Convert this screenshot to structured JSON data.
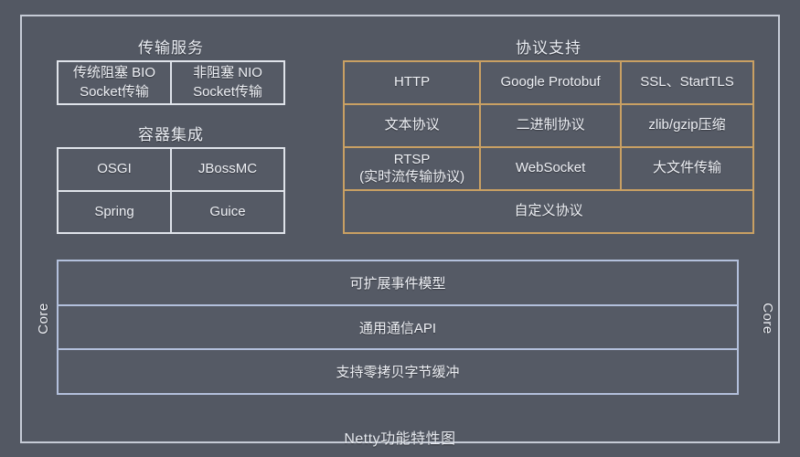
{
  "caption": "Netty功能特性图",
  "colors": {
    "background": "#535863",
    "frame_border": "#c6cbd6",
    "white_border": "#dfe3ea",
    "protocol_border": "#c9a063",
    "core_border": "#b3c0dc",
    "text": "#eef0f5"
  },
  "transport": {
    "heading": "传输服务",
    "cells": [
      "传统阻塞 BIO\nSocket传输",
      "非阻塞 NIO\nSocket传输"
    ]
  },
  "container": {
    "heading": "容器集成",
    "rows": [
      [
        "OSGI",
        "JBossMC"
      ],
      [
        "Spring",
        "Guice"
      ]
    ]
  },
  "protocol": {
    "heading": "协议支持",
    "rows": [
      [
        "HTTP",
        "Google Protobuf",
        "SSL、StartTLS"
      ],
      [
        "文本协议",
        "二进制协议",
        "zlib/gzip压缩"
      ],
      [
        "RTSP\n(实时流传输协议)",
        "WebSocket",
        "大文件传输"
      ]
    ],
    "full_row": "自定义协议"
  },
  "core": {
    "side_label_left": "Core",
    "side_label_right": "Core",
    "rows": [
      "可扩展事件模型",
      "通用通信API",
      "支持零拷贝字节缓冲"
    ]
  }
}
